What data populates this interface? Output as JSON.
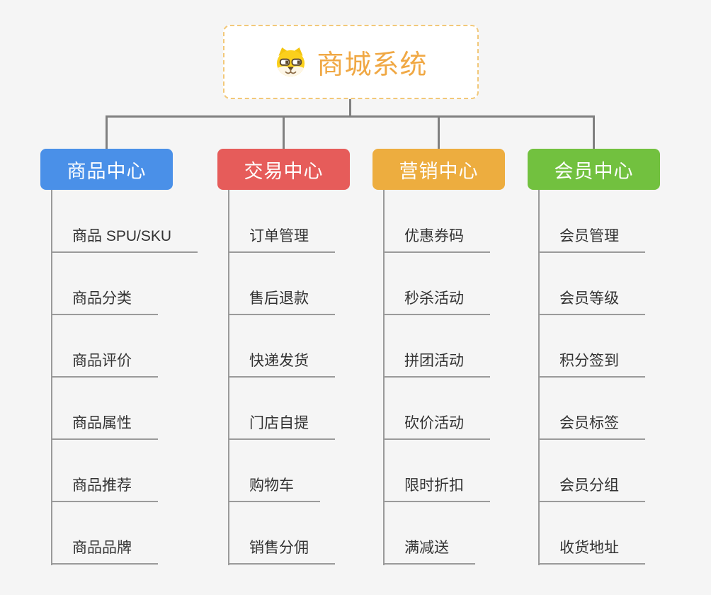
{
  "root": {
    "title": "商城系统",
    "icon": "doge-icon",
    "title_color": "#f0a844",
    "border_color": "#f2c879"
  },
  "branches": [
    {
      "label": "商品中心",
      "color": "#4a90e8",
      "items": [
        "商品 SPU/SKU",
        "商品分类",
        "商品评价",
        "商品属性",
        "商品推荐",
        "商品品牌"
      ]
    },
    {
      "label": "交易中心",
      "color": "#e65c5a",
      "items": [
        "订单管理",
        "售后退款",
        "快递发货",
        "门店自提",
        "购物车",
        "销售分佣"
      ]
    },
    {
      "label": "营销中心",
      "color": "#edad3f",
      "items": [
        "优惠券码",
        "秒杀活动",
        "拼团活动",
        "砍价活动",
        "限时折扣",
        "满减送"
      ]
    },
    {
      "label": "会员中心",
      "color": "#72c13f",
      "items": [
        "会员管理",
        "会员等级",
        "积分签到",
        "会员标签",
        "会员分组",
        "收货地址"
      ]
    }
  ],
  "colors": {
    "background": "#f5f5f5",
    "connector": "#808080",
    "branch_line": "#9a9a9a",
    "item_text": "#333333",
    "node_text": "#ffffff"
  }
}
